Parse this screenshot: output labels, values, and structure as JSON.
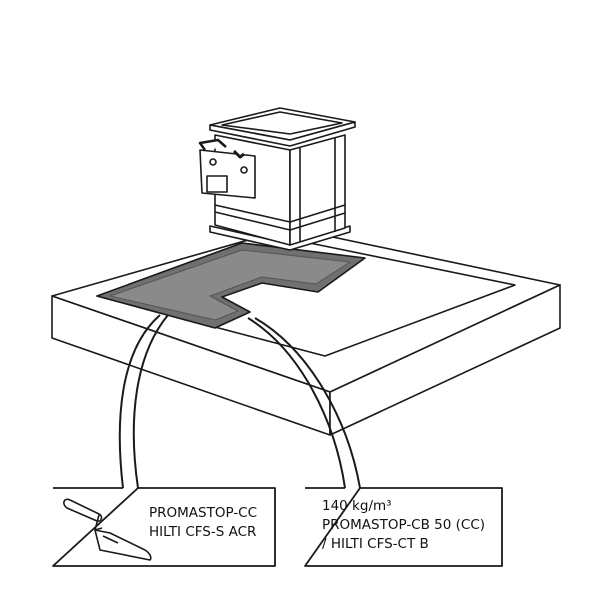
{
  "labels": {
    "left": {
      "line1": "PROMASTOP-CC",
      "line2": "HILTI CFS-S ACR",
      "icon": "trowel-icon"
    },
    "right": {
      "line1": "140 kg/m³",
      "line2": "PROMASTOP-CB 50 (CC)",
      "line3": "/ HILTI CFS-CT B"
    }
  },
  "colors": {
    "sealant": "#707070",
    "line": "#1a1a1a"
  }
}
